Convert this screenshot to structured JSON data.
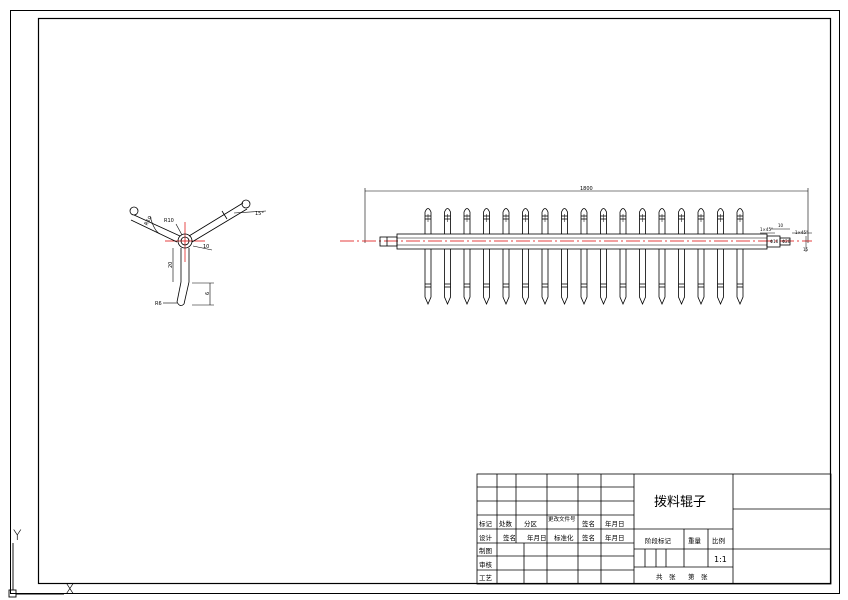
{
  "title_block": {
    "drawing_title": "拨料辊子",
    "scale_value": "1:1",
    "row_labels": [
      "标记",
      "处数",
      "分区",
      "更改文件号",
      "签名",
      "年月日"
    ],
    "sign_row": [
      "设计",
      "签名",
      "年月日",
      "标准化",
      "签名",
      "年月日"
    ],
    "left_column": [
      "制图",
      "审核",
      "工艺"
    ],
    "stage_mark": "阶段标记",
    "weight": "重量",
    "scale": "比例",
    "sheet_total": "共　张",
    "sheet_no": "第　张"
  },
  "dimensions": {
    "overall_length": "1800",
    "r10": "R10",
    "r6": "R6",
    "radius_r": "R10",
    "angle": "15°",
    "d10": "10",
    "d20": "20",
    "d6": "6",
    "right_a": "10",
    "right_b": "1×45°",
    "right_c": "1×45°",
    "right_d": "Φ10",
    "right_e": "15",
    "right_f": "Φ20"
  },
  "ucs": {
    "y_label": "Y",
    "x_label": "X"
  },
  "rods": {
    "count": 17
  }
}
